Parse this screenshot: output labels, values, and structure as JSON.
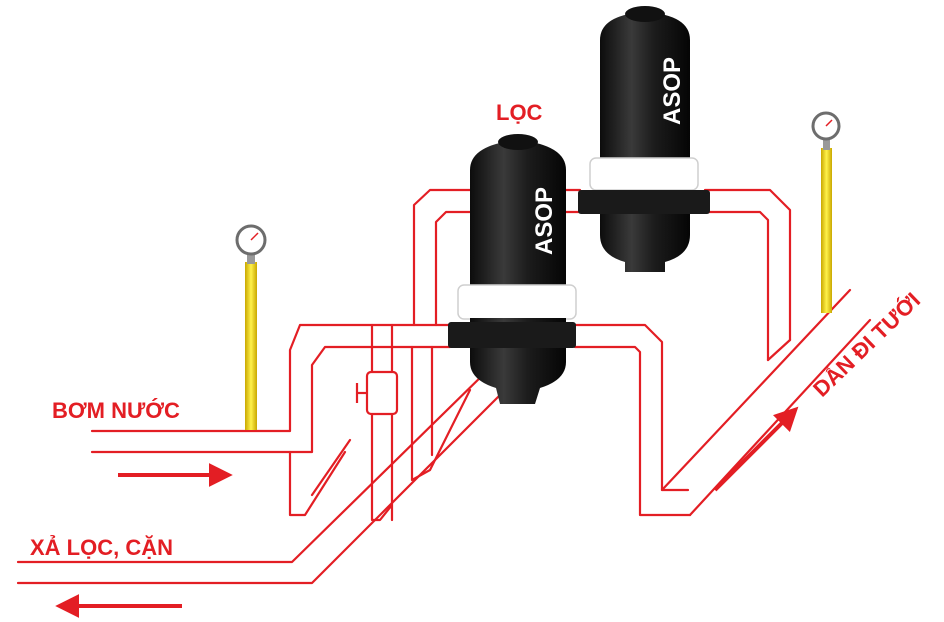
{
  "labels": {
    "pump_in": "BƠM NƯỚC",
    "flush_out": "XẢ LỌC, CẶN",
    "filter": "LỌC",
    "to_irrigation": "DẪN ĐI TƯỚI"
  },
  "filters": [
    {
      "brand": "ASOP"
    },
    {
      "brand": "ASOP"
    }
  ],
  "colors": {
    "pipe": "#e31e24",
    "filter_body": "#1a1a1a",
    "gauge_stem": "#f5d800",
    "band": "#ffffff"
  }
}
